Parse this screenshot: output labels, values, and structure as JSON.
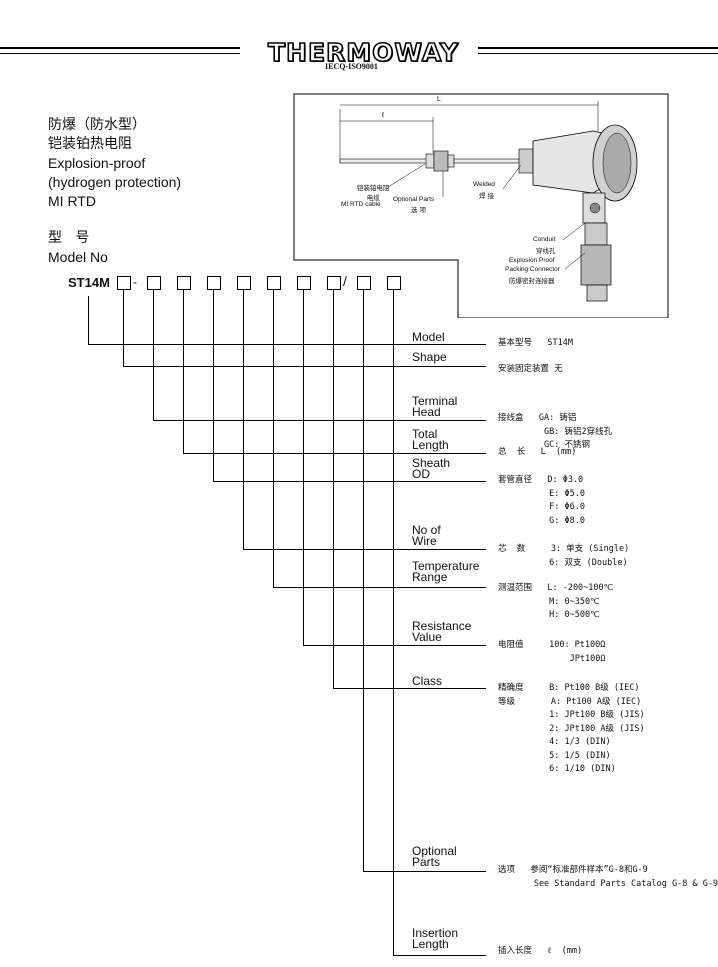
{
  "header": {
    "brand": "THERMOWAY",
    "cert": "IECQ-ISO9001"
  },
  "title": {
    "cn1": "防爆（防水型）",
    "cn2": "铠装铂热电阻",
    "en1": "Explosion-proof",
    "en2": "(hydrogen protection)",
    "en3": "MI RTD"
  },
  "model_no": {
    "cn": "型   号",
    "en": "Model No",
    "code": "ST14M",
    "dash": "-",
    "slash": "/"
  },
  "diagram": {
    "dim_L": "L",
    "dim_l": "ℓ",
    "cable_cn": "铠装铂电阻\n电缆",
    "cable_en": "MI RTD cable",
    "optional_en": "Optional Parts",
    "optional_cn": "选 项",
    "welded_en": "Welded",
    "welded_cn": "焊 接",
    "conduit_en": "Conduit",
    "conduit_cn": "穿线孔",
    "packing_en1": "Explosion Proof",
    "packing_en2": "Packing Connector",
    "packing_cn": "防爆密封连接器"
  },
  "rows": [
    {
      "label1": "Model",
      "label2": "",
      "options": "基本型号   ST14M"
    },
    {
      "label1": "Shape",
      "label2": "",
      "options": "安装固定装置 无"
    },
    {
      "label1": "Terminal",
      "label2": "Head",
      "options": "接线盒   GA: 铸铝\n         GB: 铸铝2穿线孔\n         GC: 不锈钢"
    },
    {
      "label1": "Total",
      "label2": "Length",
      "options": "总  长   L  (mm)"
    },
    {
      "label1": "Sheath",
      "label2": "OD",
      "options": "套管直径   D: Φ3.0\n          E: Φ5.0\n          F: Φ6.0\n          G: Φ8.0"
    },
    {
      "label1": "No of",
      "label2": "Wire",
      "options": "芯  数     3: 单支 (Single)\n          6: 双支 (Double)"
    },
    {
      "label1": "Temperature",
      "label2": "Range",
      "options": "测温范围   L: -200~100℃\n          M: 0~350℃\n          H: 0~500℃"
    },
    {
      "label1": "Resistance",
      "label2": "Value",
      "options": "电阻值     100: Pt100Ω\n              JPt100Ω"
    },
    {
      "label1": "Class",
      "label2": "",
      "options": "精确度     B: Pt100 B级 (IEC)\n等级       A: Pt100 A级 (IEC)\n          1: JPt100 B级 (JIS)\n          2: JPt100 A级 (JIS)\n          4: 1/3 (DIN)\n          5: 1/5 (DIN)\n          6: 1/10 (DIN)"
    },
    {
      "label1": "Optional",
      "label2": "Parts",
      "options": "选项   参阅“标准部件样本”G-8和G-9\n       See Standard Parts Catalog G-8 & G-9"
    },
    {
      "label1": "Insertion",
      "label2": "Length",
      "options": "插入长度   ℓ  (mm)"
    }
  ]
}
